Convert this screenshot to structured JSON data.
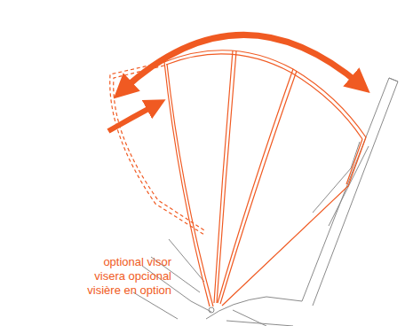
{
  "diagram": {
    "labels": [
      "optional visor",
      "visera opcional",
      "visière en option"
    ]
  }
}
